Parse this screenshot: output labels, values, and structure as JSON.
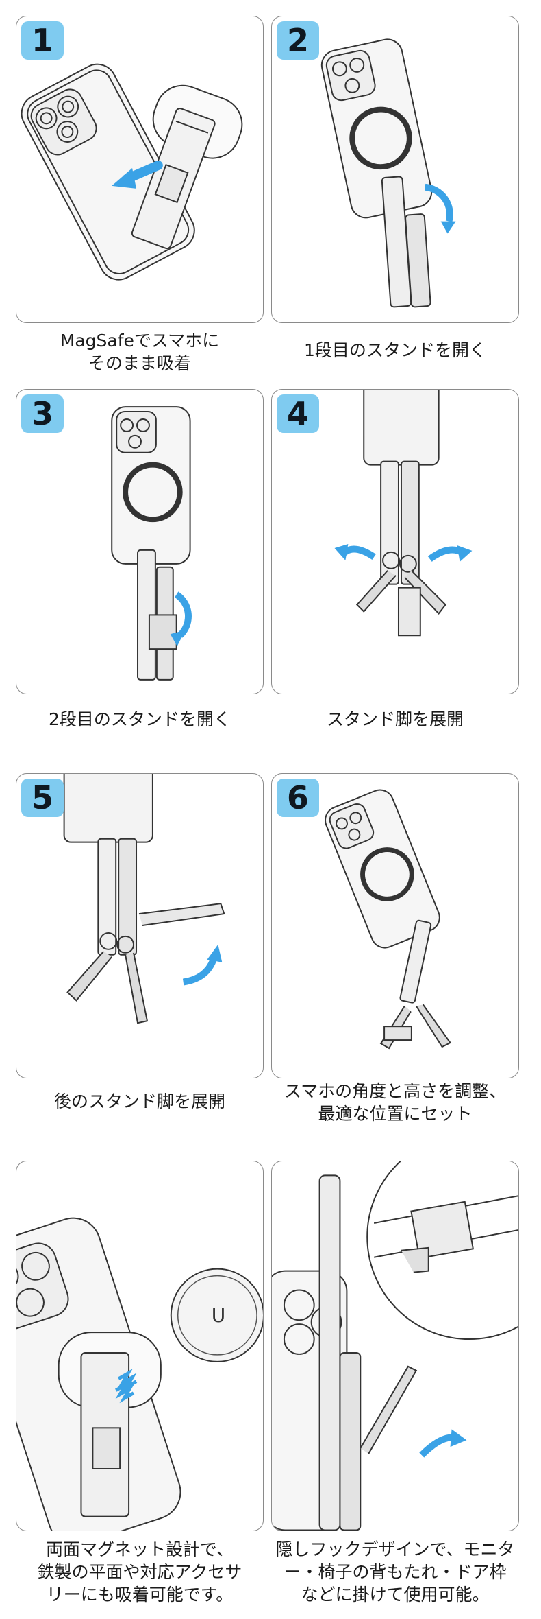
{
  "steps": [
    {
      "number": "1",
      "caption": [
        "MagSafeでスマホに",
        "そのまま吸着"
      ]
    },
    {
      "number": "2",
      "caption": [
        "1段目のスタンドを開く"
      ]
    },
    {
      "number": "3",
      "caption": [
        "2段目のスタンドを開く"
      ]
    },
    {
      "number": "4",
      "caption": [
        "スタンド脚を展開"
      ]
    },
    {
      "number": "5",
      "caption": [
        "後のスタンド脚を展開"
      ]
    },
    {
      "number": "6",
      "caption": [
        "スマホの角度と高さを調整、",
        "最適な位置にセット"
      ]
    }
  ],
  "features": [
    {
      "caption": [
        "両面マグネット設計で、",
        "鉄製の平面や対応アクセサ",
        "リーにも吸着可能です。"
      ],
      "plate_label": "U"
    },
    {
      "caption": [
        "隠しフックデザインで、モニタ",
        "ー・椅子の背もたれ・ドア枠",
        "などに掛けて使用可能。"
      ]
    }
  ],
  "colors": {
    "badge": "#7fcbf0",
    "arrow": "#3aa2e6",
    "border": "#8a8a8a"
  }
}
